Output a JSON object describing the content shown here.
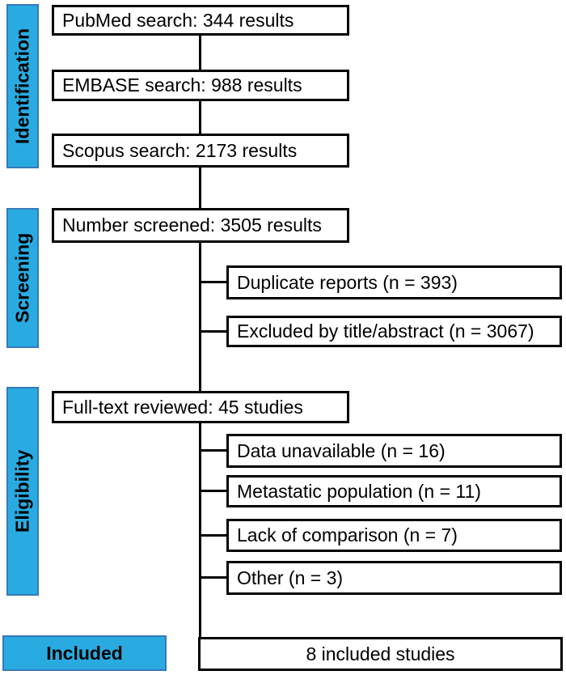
{
  "diagram_type": "prisma-flow",
  "stages": {
    "identification": "Identification",
    "screening": "Screening",
    "eligibility": "Eligibility",
    "included": "Included"
  },
  "flow": {
    "pubmed": "PubMed search: 344 results",
    "embase": "EMBASE search: 988 results",
    "scopus": "Scopus search: 2173 results",
    "screened": "Number screened: 3505 results",
    "fulltext": "Full-text reviewed: 45 studies",
    "included_studies": "8 included studies"
  },
  "exclusions": {
    "screening": [
      "Duplicate reports (n = 393)",
      "Excluded by title/abstract (n = 3067)"
    ],
    "eligibility": [
      "Data unavailable (n = 16)",
      "Metastatic population (n = 11)",
      "Lack of comparison (n = 7)",
      "Other (n = 3)"
    ]
  },
  "colors": {
    "stage_fill": "#29ABE2",
    "stage_border": "#3579B8",
    "box_border": "#000000",
    "connector": "#000000"
  }
}
